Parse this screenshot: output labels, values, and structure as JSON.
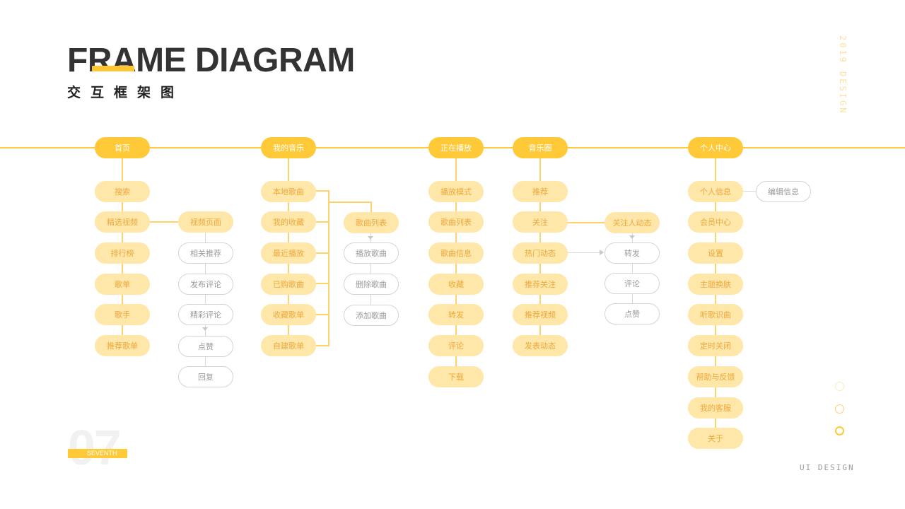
{
  "header": {
    "title": "FRAME DIAGRAM",
    "subtitle": "交互框架图",
    "year_label": "2019 DESIGN"
  },
  "footer": {
    "page_number": "07",
    "page_tag": "SEVENTH",
    "ui_label": "UI DESIGN"
  },
  "colors": {
    "accent": "#FFC937",
    "node_fill": "#FFE6A9",
    "node_text": "#ECA83A",
    "outline_border": "#D4D4D4",
    "outline_text": "#9A9A9A"
  },
  "diagram": {
    "home": {
      "label": "首页",
      "items": [
        "搜索",
        "精选视频",
        "排行榜",
        "歌单",
        "歌手",
        "推荐歌单"
      ],
      "video_branch": {
        "title": "视频页面",
        "items": [
          "相关推荐",
          "发布评论",
          "精彩评论",
          "点赞",
          "回复"
        ]
      }
    },
    "my_music": {
      "label": "我的音乐",
      "items": [
        "本地歌曲",
        "我的收藏",
        "最近播放",
        "已购歌曲",
        "收藏歌单",
        "自建歌单"
      ],
      "song_list_branch": {
        "title": "歌曲列表",
        "items": [
          "播放歌曲",
          "删除歌曲",
          "添加歌曲"
        ]
      }
    },
    "now_playing": {
      "label": "正在播放",
      "items": [
        "播放模式",
        "歌曲列表",
        "歌曲信息",
        "收藏",
        "转发",
        "评论",
        "下载"
      ]
    },
    "music_circle": {
      "label": "音乐圈",
      "items": [
        "推荐",
        "关注",
        "热门动态",
        "推荐关注",
        "推荐视频",
        "发表动态"
      ],
      "follow_branch": {
        "title": "关注人动态",
        "items": [
          "转发",
          "评论",
          "点赞"
        ]
      }
    },
    "personal_center": {
      "label": "个人中心",
      "items": [
        "个人信息",
        "会员中心",
        "设置",
        "主题换肤",
        "听歌识曲",
        "定时关闭",
        "帮助与反馈",
        "我的客服",
        "关于"
      ],
      "edit_info": "编辑信息"
    }
  }
}
